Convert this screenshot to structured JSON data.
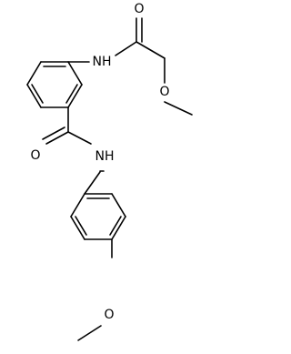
{
  "molecule": {
    "atoms": {
      "carbonyl_oxygen_top": "O",
      "amide_nitrogen_top": "NH",
      "ether_oxygen_top": "O",
      "carbonyl_oxygen_mid": "O",
      "amide_nitrogen_mid": "NH",
      "ether_oxygen_bottom": "O"
    }
  }
}
